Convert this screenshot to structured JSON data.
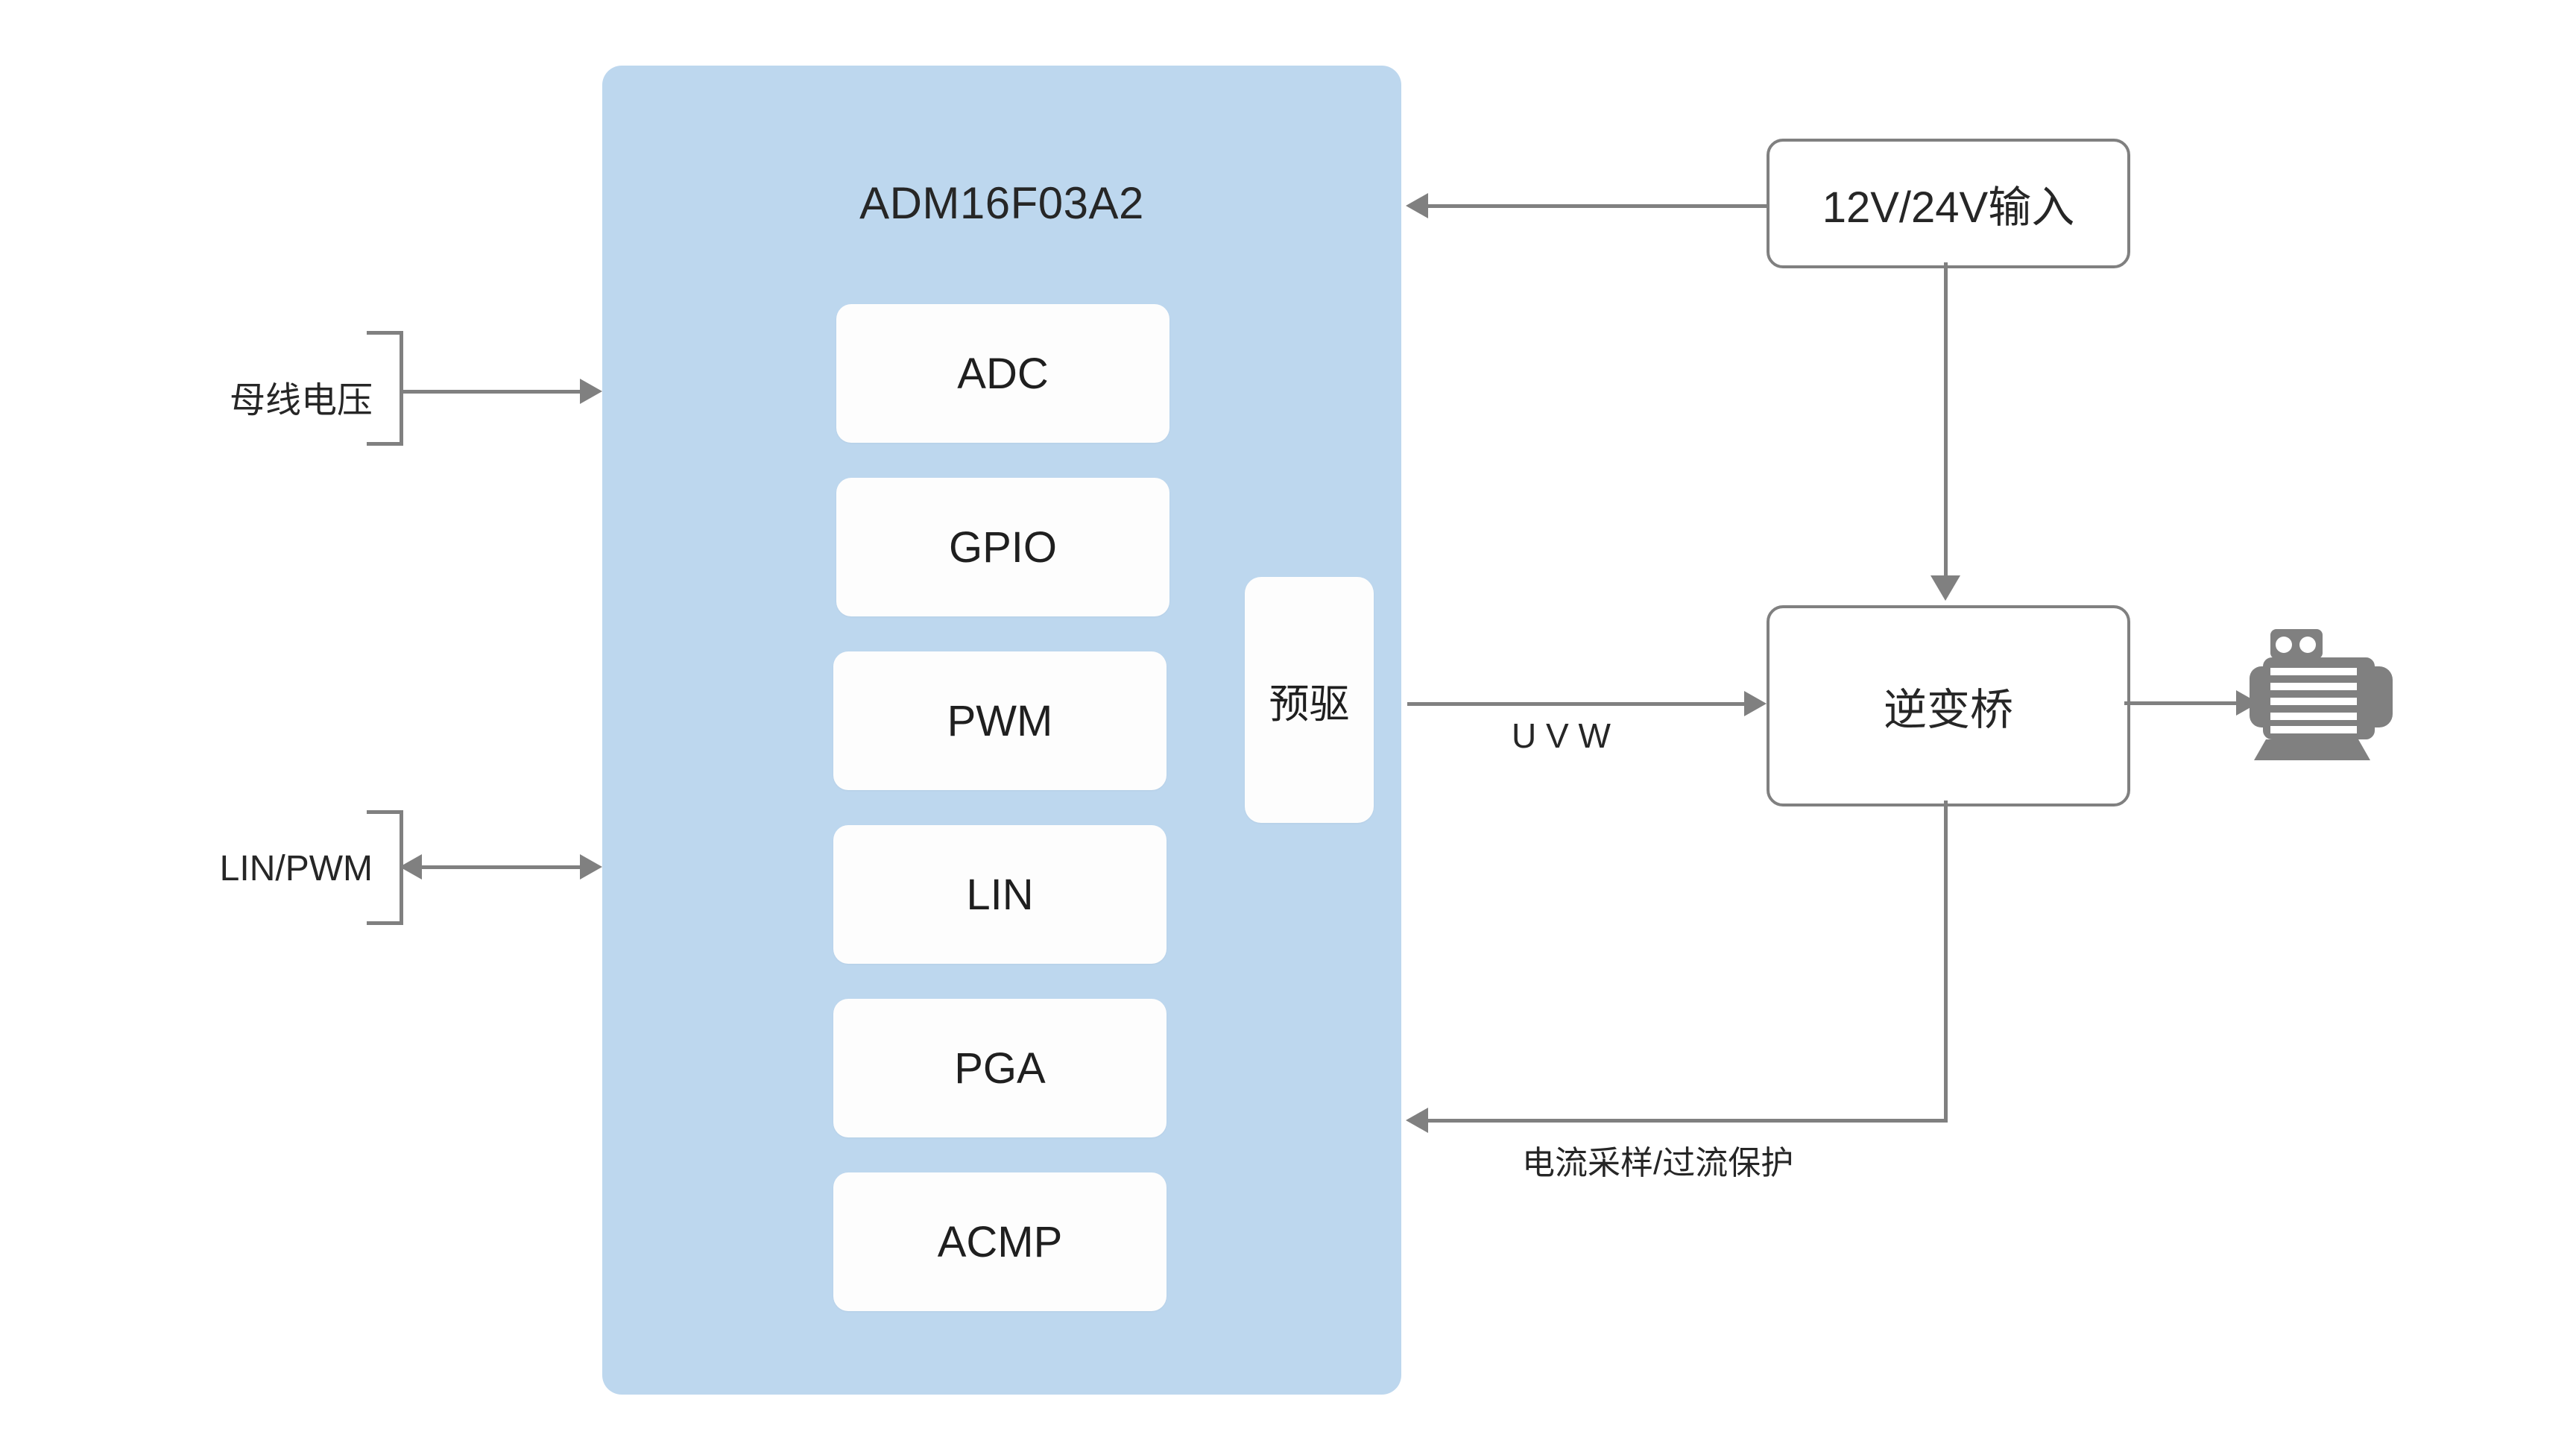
{
  "diagram": {
    "title": "ADM16F03A2",
    "mcu": {
      "label": "ADM16F03A2",
      "blocks": [
        {
          "id": "adc",
          "label": "ADC"
        },
        {
          "id": "gpio",
          "label": "GPIO"
        },
        {
          "id": "pwm",
          "label": "PWM"
        },
        {
          "id": "lin",
          "label": "LIN"
        },
        {
          "id": "pga",
          "label": "PGA"
        },
        {
          "id": "acmp",
          "label": "ACMP"
        }
      ],
      "predriver": {
        "id": "pre-driver",
        "label": "预驱"
      }
    },
    "external_blocks": [
      {
        "id": "power-input",
        "label": "12V/24V输入"
      },
      {
        "id": "inverter-bridge",
        "label": "逆变桥"
      }
    ],
    "inputs": [
      {
        "id": "bus-voltage",
        "label": "母线电压",
        "direction": "in"
      },
      {
        "id": "lin-pwm",
        "label": "LIN/PWM",
        "direction": "bidirectional"
      }
    ],
    "edge_labels": [
      {
        "id": "uvw",
        "label": "U V W"
      },
      {
        "id": "feedback",
        "label": "电流采样/过流保护"
      }
    ],
    "load": {
      "id": "motor",
      "label": "motor-icon"
    },
    "colors": {
      "panel": "#bdd7ee",
      "block": "#fdfdfd",
      "line": "#808080",
      "text": "#262626",
      "motor": "#808080",
      "background": "#ffffff"
    }
  }
}
